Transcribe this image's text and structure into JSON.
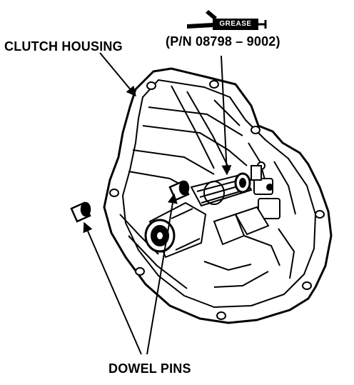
{
  "labels": {
    "clutch_housing": "CLUTCH HOUSING",
    "part_number": "(P/N 08798 – 9002)",
    "grease": "GREASE",
    "dowel_pins": "DOWEL PINS"
  },
  "colors": {
    "ink": "#000000",
    "paper": "#ffffff"
  },
  "icons": {
    "grease-gun": "grease-gun-icon"
  }
}
